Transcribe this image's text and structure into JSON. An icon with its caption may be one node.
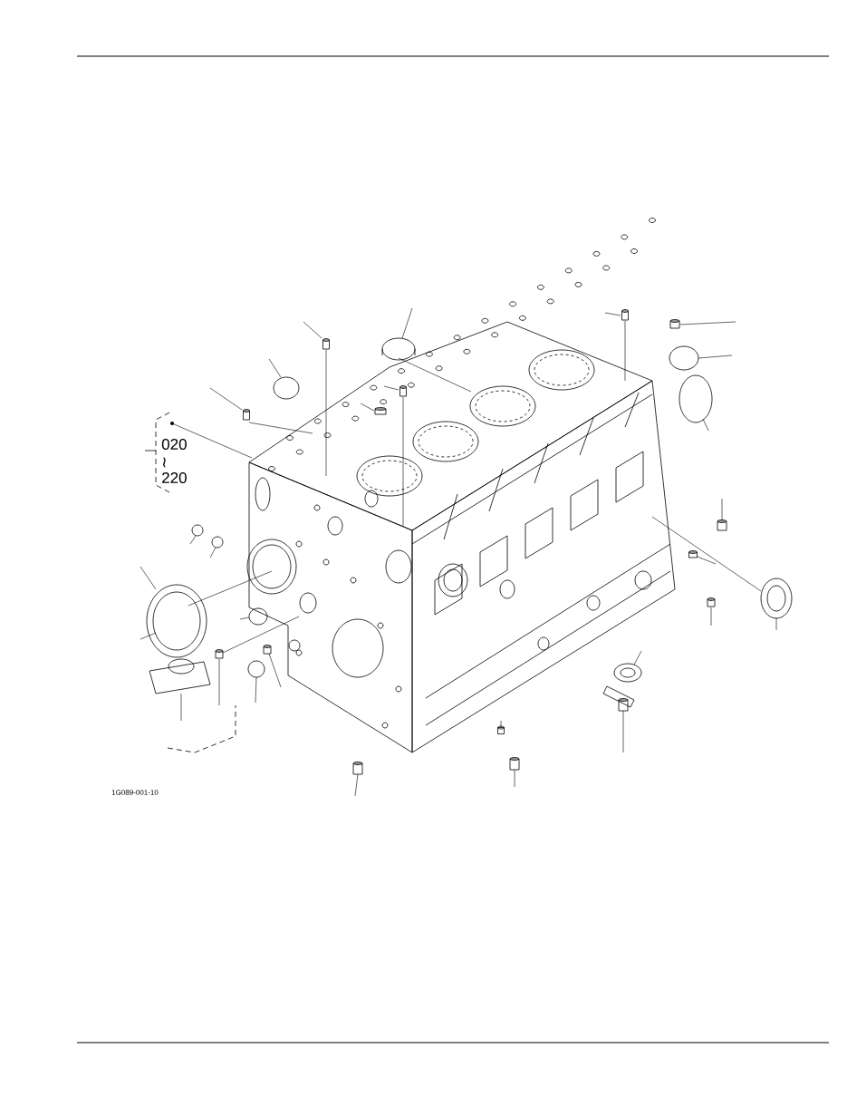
{
  "diagram": {
    "labels": [
      "020",
      "≀",
      "220",
      "1G089-001-10"
    ]
  }
}
